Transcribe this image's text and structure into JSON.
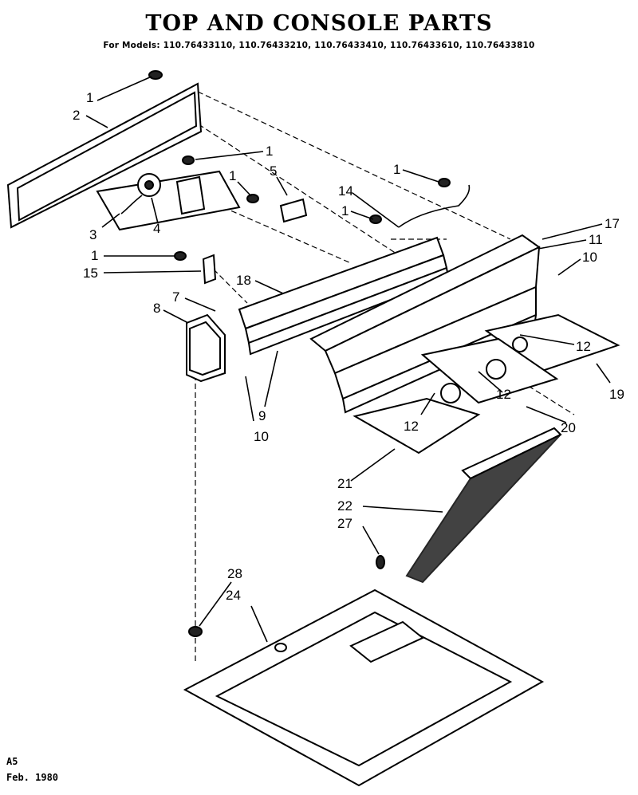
{
  "title": "TOP AND CONSOLE PARTS",
  "subtitle": "For Models: 110.76433110, 110.76433210, 110.76433410, 110.76433610, 110.76433810",
  "footer": {
    "line1": "A5",
    "line2": "Feb. 1980"
  },
  "labels": {
    "l1a": "1",
    "l2": "2",
    "l1b": "1",
    "l1c": "1",
    "l5": "5",
    "l1d": "1",
    "l14": "14",
    "l1e": "1",
    "l3": "3",
    "l4": "4",
    "l17": "17",
    "l11": "11",
    "l10a": "10",
    "l1f": "1",
    "l15": "15",
    "l18": "18",
    "l7": "7",
    "l8": "8",
    "l12a": "12",
    "l19": "19",
    "l12b": "12",
    "l12c": "12",
    "l9": "9",
    "l10b": "10",
    "l20": "20",
    "l21": "21",
    "l22": "22",
    "l27": "27",
    "l28": "28",
    "l24": "24"
  }
}
